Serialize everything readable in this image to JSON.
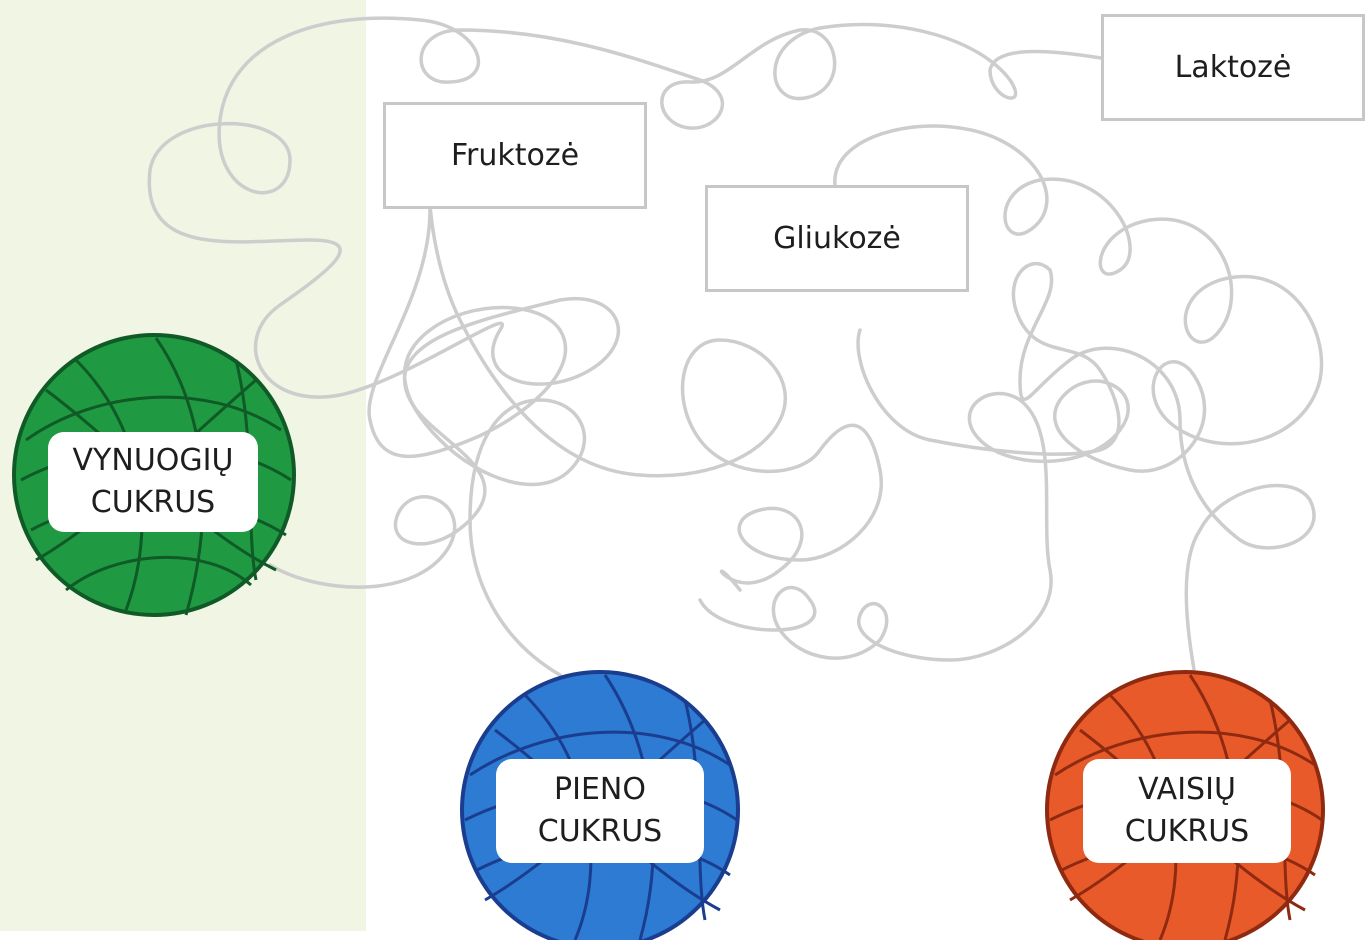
{
  "colors": {
    "sidebar_bg": "#f1f5e3",
    "thread": "#cdcdcd",
    "box_border": "#c7c7c7",
    "yarn_green": "#1f9a42",
    "yarn_green_dark": "#0f5a26",
    "yarn_blue": "#2d7bd3",
    "yarn_blue_dark": "#1b3d8f",
    "yarn_red": "#e85a2a",
    "yarn_red_dark": "#8f2a10"
  },
  "terms": {
    "fruktoze": "Fruktozė",
    "gliukoze": "Gliukozė",
    "laktoze": "Laktozė"
  },
  "yarn_balls": {
    "green": {
      "line1": "VYNUOGIŲ",
      "line2": "CUKRUS",
      "icon": "yarn-ball-icon"
    },
    "blue": {
      "line1": "PIENO",
      "line2": "CUKRUS",
      "icon": "yarn-ball-icon"
    },
    "red": {
      "line1": "VAISIŲ",
      "line2": "CUKRUS",
      "icon": "yarn-ball-icon"
    }
  }
}
